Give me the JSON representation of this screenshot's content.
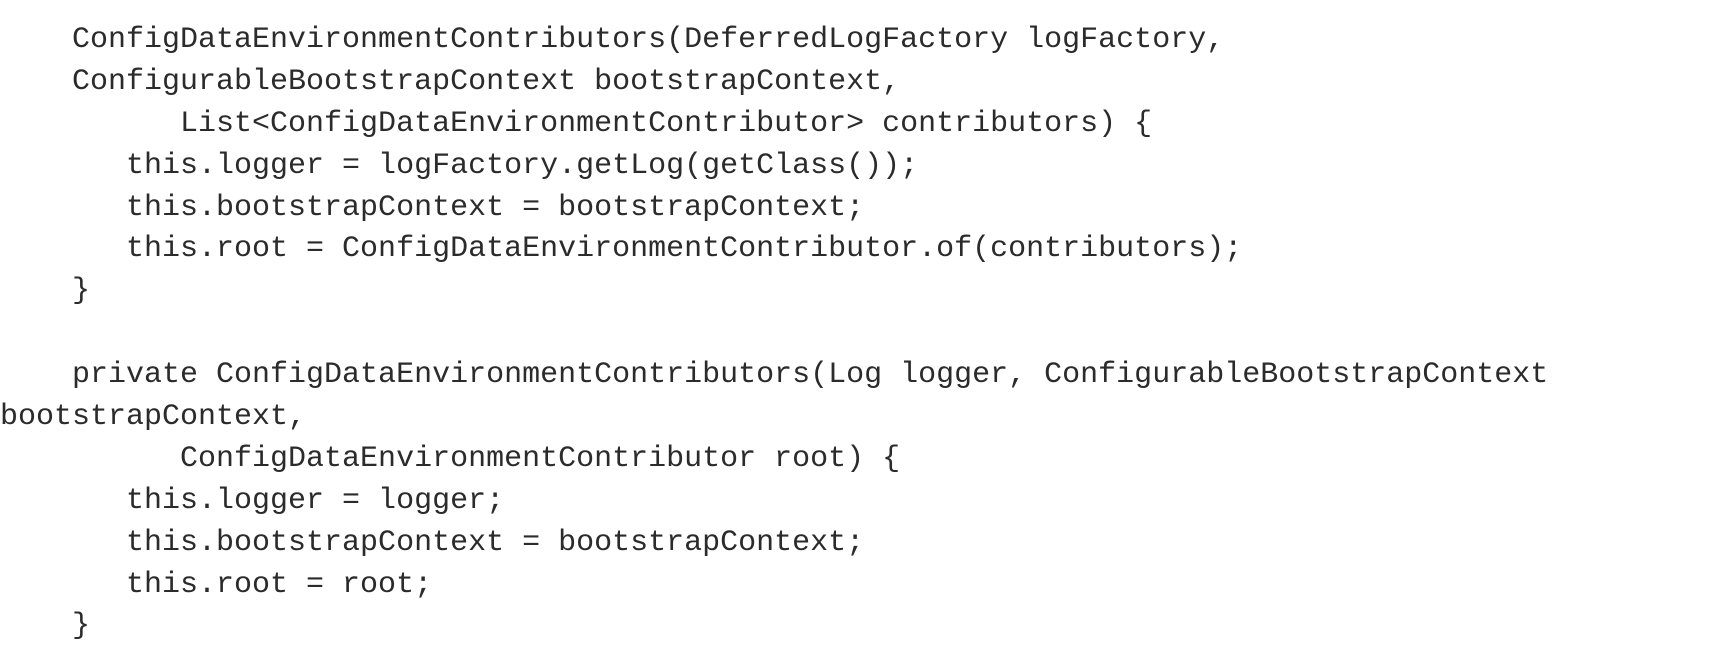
{
  "code": {
    "lines": [
      "    ConfigDataEnvironmentContributors(DeferredLogFactory logFactory,",
      "    ConfigurableBootstrapContext bootstrapContext,",
      "          List<ConfigDataEnvironmentContributor> contributors) {",
      "       this.logger = logFactory.getLog(getClass());",
      "       this.bootstrapContext = bootstrapContext;",
      "       this.root = ConfigDataEnvironmentContributor.of(contributors);",
      "    }",
      "",
      "    private ConfigDataEnvironmentContributors(Log logger, ConfigurableBootstrapContext",
      "bootstrapContext,",
      "          ConfigDataEnvironmentContributor root) {",
      "       this.logger = logger;",
      "       this.bootstrapContext = bootstrapContext;",
      "       this.root = root;",
      "    }"
    ]
  }
}
